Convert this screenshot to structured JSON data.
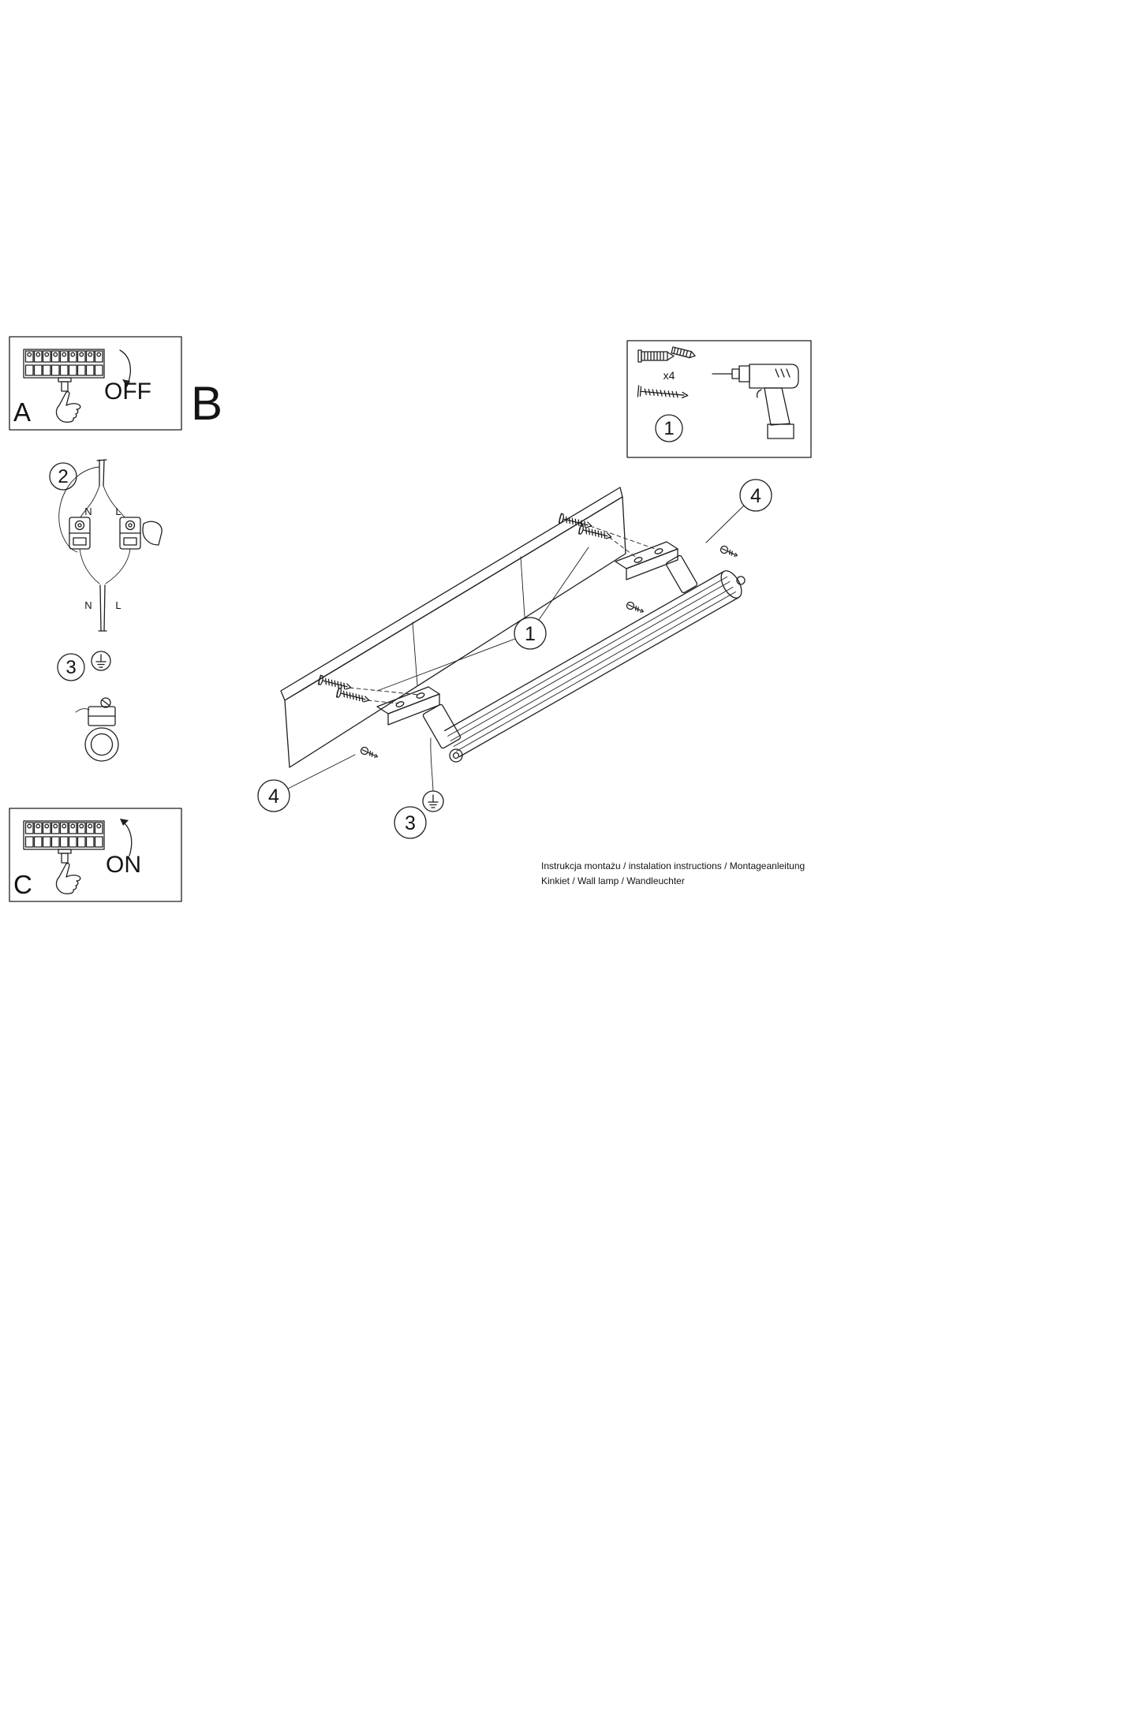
{
  "page": {
    "footer_line1": "Instrukcja montażu / instalation instructions / Montageanleitung",
    "footer_line2": "Kinkiet / Wall lamp / Wandleuchter"
  },
  "steps": {
    "a": {
      "label": "A",
      "power": "OFF"
    },
    "b": {
      "label": "B"
    },
    "c": {
      "label": "C",
      "power": "ON"
    },
    "tools": {
      "number": "1",
      "anchor_qty": "x4"
    },
    "wiring": {
      "number": "2",
      "top_n": "N",
      "top_l": "L",
      "bottom_n": "N",
      "bottom_l": "L"
    },
    "ground": {
      "number": "3"
    },
    "assembly": {
      "screws_callout": "1",
      "ground_callout": "3",
      "cover_screw_top": "4",
      "cover_screw_bottom": "4"
    }
  }
}
